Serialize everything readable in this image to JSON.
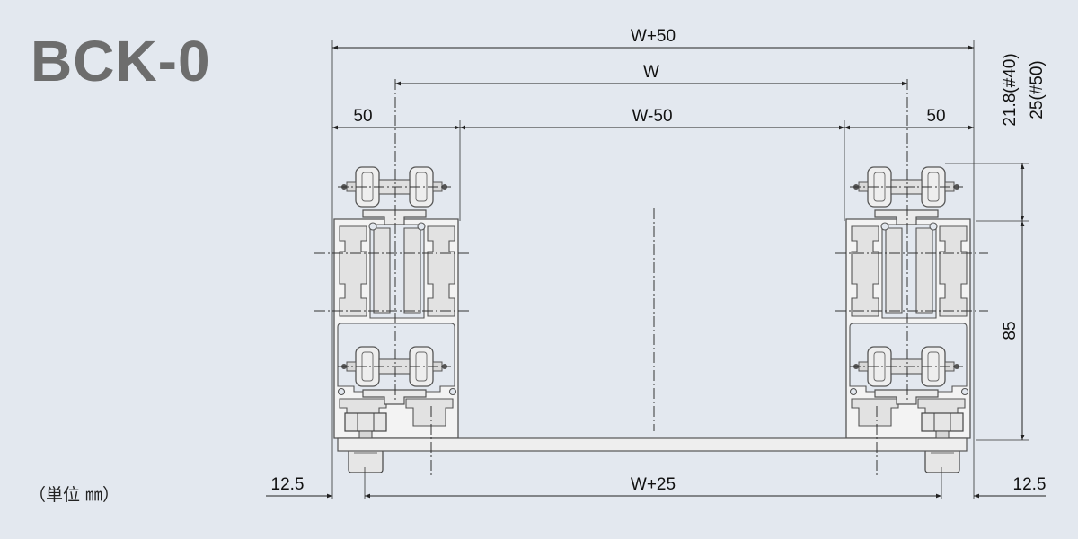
{
  "title": "BCK-0",
  "unit_note": "（単位 ㎜）",
  "dimensions": {
    "overall_width": "W+50",
    "inner_width": "W",
    "side_left": "50",
    "center_width": "W-50",
    "side_right": "50",
    "bottom_width": "W+25",
    "offset_left": "12.5",
    "offset_right": "12.5",
    "top_height_a": "21.8(#40)",
    "top_height_b": "25(#50)",
    "frame_height": "85"
  }
}
